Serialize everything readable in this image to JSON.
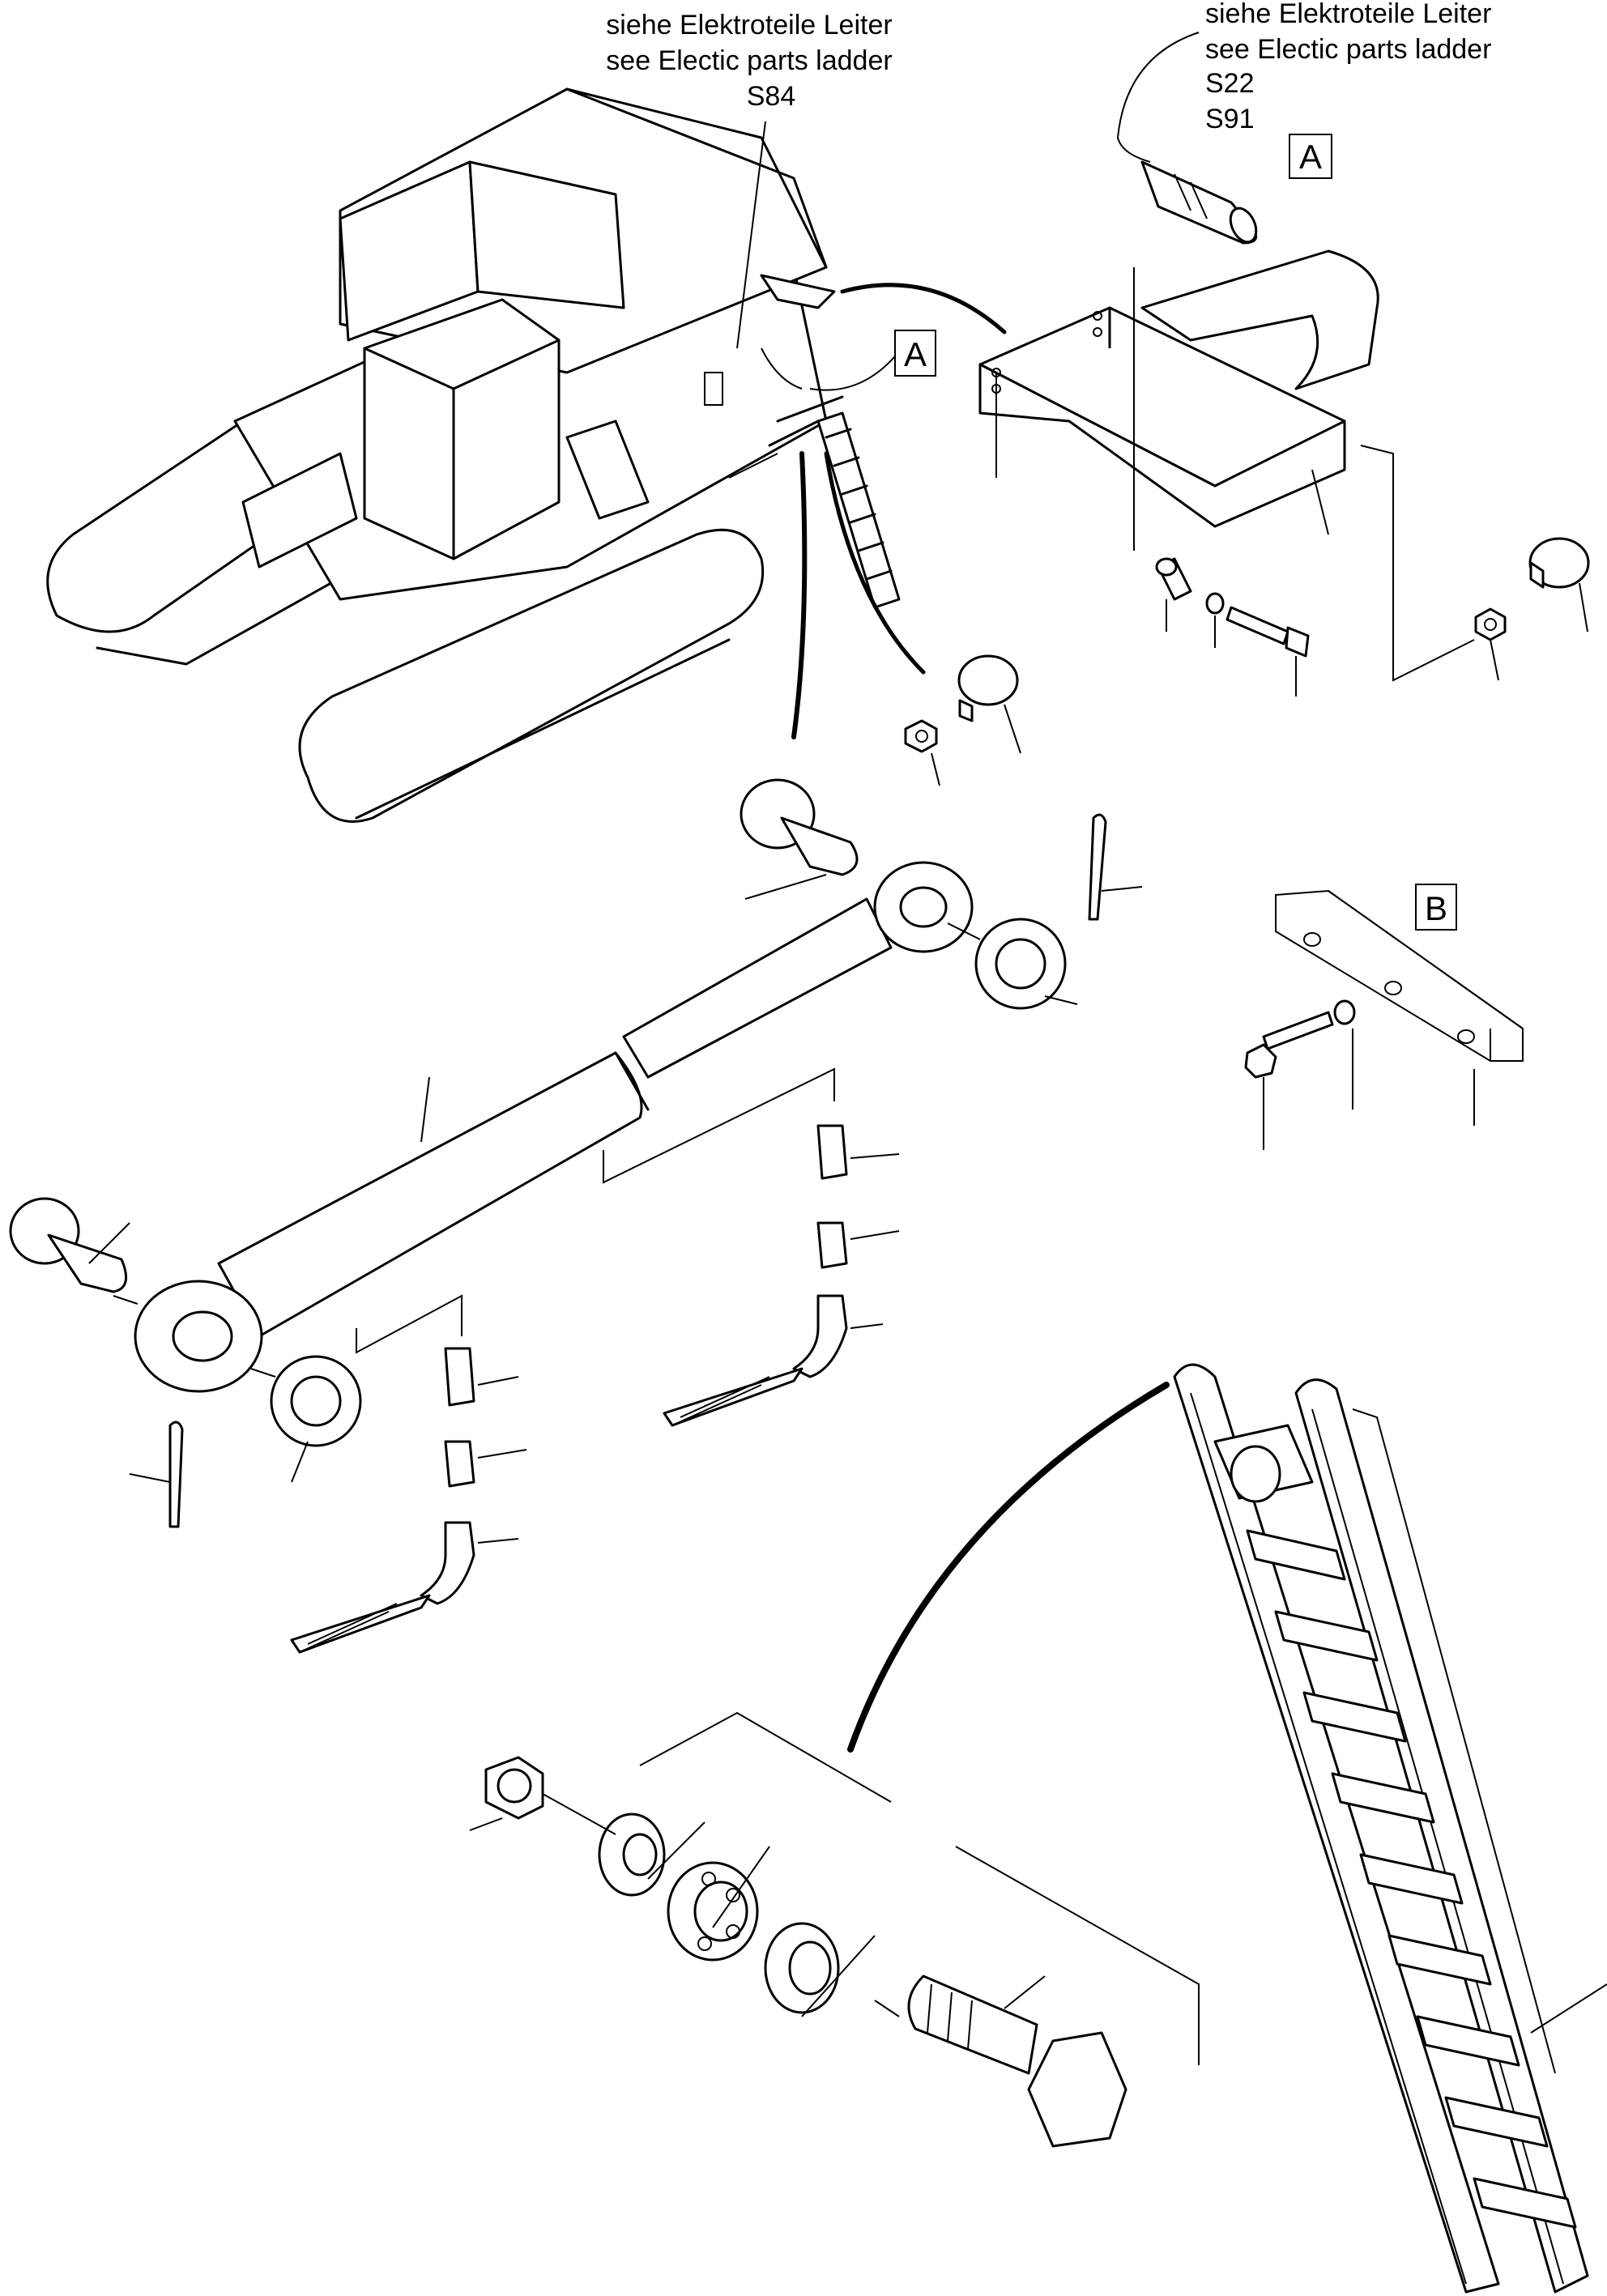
{
  "notes": {
    "left": {
      "line1": "siehe Elektroteile Leiter",
      "line2": "see Electic parts ladder",
      "line3": "S84"
    },
    "right": {
      "line1": "siehe Elektroteile Leiter",
      "line2": "see Electic parts ladder",
      "line3": "S22",
      "line4": "S91"
    }
  },
  "detail_markers": {
    "a_top": "A",
    "a_machine": "A",
    "b_machine": "B",
    "b_bracket": "B"
  },
  "icons": [
    "excavator-icon",
    "hydraulic-cylinder-icon",
    "ladder-icon",
    "proximity-sensor-icon",
    "bearing-icon",
    "hex-bolt-icon"
  ]
}
